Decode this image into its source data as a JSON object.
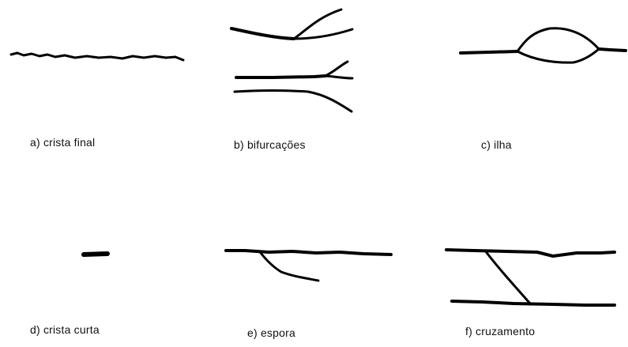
{
  "figure": {
    "panels": [
      {
        "id": "a",
        "caption": "a) crista final"
      },
      {
        "id": "b",
        "caption": "b) bifurcações"
      },
      {
        "id": "c",
        "caption": "c) ilha"
      },
      {
        "id": "d",
        "caption": "d) crista curta"
      },
      {
        "id": "e",
        "caption": "e) espora"
      },
      {
        "id": "f",
        "caption": "f) cruzamento"
      }
    ],
    "colors": {
      "ink": "#000000",
      "background": "#ffffff"
    }
  }
}
